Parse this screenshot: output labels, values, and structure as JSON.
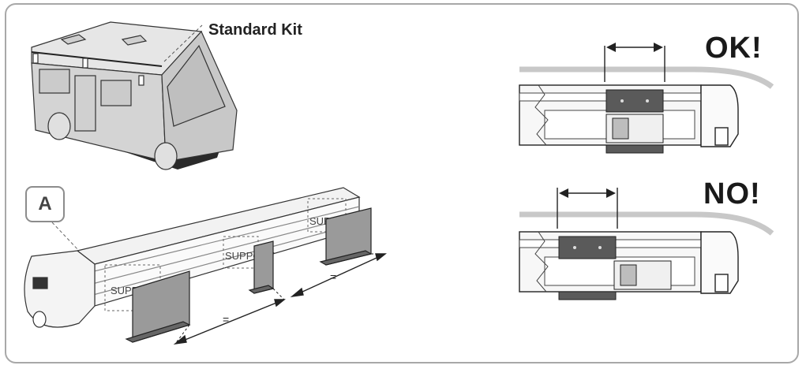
{
  "labels": {
    "standard_kit": "Standard Kit",
    "callout": "A",
    "ok": "OK!",
    "no": "NO!",
    "support": "SUPPORT",
    "equal": "="
  },
  "colors": {
    "frame_border": "#a8a8a8",
    "van_fill": "#dadada",
    "bracket_dark": "#5a5a5a",
    "bracket_light": "#bdbdbd",
    "roof_line": "#c8c8c8"
  },
  "icons": [
    "campervan-illustration",
    "awning-rail-illustration",
    "mounting-bracket",
    "dimension-arrow"
  ]
}
